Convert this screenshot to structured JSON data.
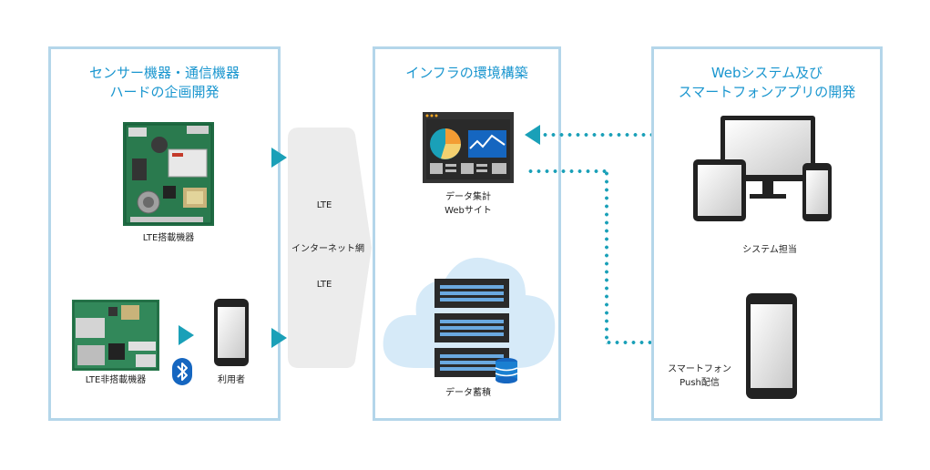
{
  "panels": {
    "left": {
      "title_line1": "センサー機器・通信機器",
      "title_line2": "ハードの企画開発"
    },
    "center": {
      "title": "インフラの環境構築"
    },
    "right": {
      "title_line1": "Webシステム及び",
      "title_line2": "スマートフォンアプリの開発"
    }
  },
  "left": {
    "lte_device_label": "LTE搭載機器",
    "non_lte_device_label": "LTE非搭載機器",
    "user_label": "利用者"
  },
  "network": {
    "label_top": "LTE",
    "label_mid": "インターネット網",
    "label_bottom": "LTE"
  },
  "center": {
    "website_label_line1": "データ集計",
    "website_label_line2": "Webサイト",
    "storage_label": "データ蓄積"
  },
  "right": {
    "system_label": "システム担当",
    "push_label_line1": "スマートフォン",
    "push_label_line2": "Push配信"
  },
  "colors": {
    "accent": "#1a96cf",
    "panel_border": "#b4d6ea",
    "arrow": "#1aa0b8",
    "cloud": "#d6eaf8"
  }
}
